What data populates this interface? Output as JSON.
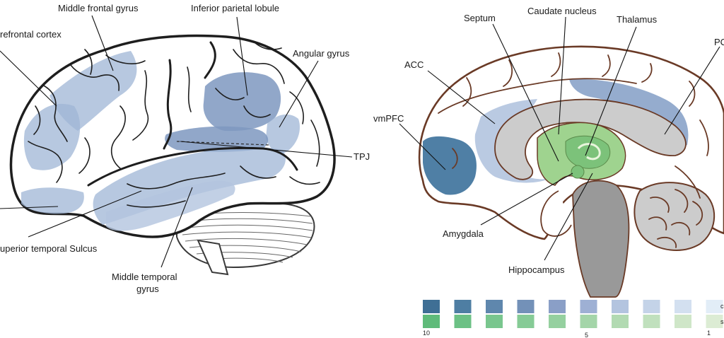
{
  "left_panel": {
    "labels": {
      "middle_frontal_gyrus": "Middle frontal gyrus",
      "inferior_parietal_lobule": "Inferior parietal lobule",
      "prefrontal_cortex": "refrontal cortex",
      "angular_gyrus": "Angular gyrus",
      "tpj": "TPJ",
      "superior_temporal_sulcus": "uperior temporal Sulcus",
      "middle_temporal_gyrus_line1": "Middle temporal",
      "middle_temporal_gyrus_line2": "gyrus"
    }
  },
  "right_panel": {
    "labels": {
      "septum": "Septum",
      "caudate_nucleus": "Caudate nucleus",
      "thalamus": "Thalamus",
      "pc": "PC",
      "acc": "ACC",
      "vmpfc": "vmPFC",
      "amygdala": "Amygdala",
      "hippocampus": "Hippocampus"
    }
  },
  "legend": {
    "tick_labels": [
      "10",
      "5",
      "1"
    ],
    "row_end_labels": [
      "c",
      "s"
    ],
    "blue_scale": [
      "#3f6f95",
      "#4e7ea3",
      "#5f87ad",
      "#7391b8",
      "#8a9fc7",
      "#9eb0d4",
      "#b3c4df",
      "#c4d3e8",
      "#d3e0f0",
      "#e2edf7"
    ],
    "green_scale": [
      "#5fbb7a",
      "#6cc185",
      "#79c68e",
      "#86cb96",
      "#95d09f",
      "#a4d5a9",
      "#b2dab2",
      "#c0e0bd",
      "#cfe6c8",
      "#dcecd4"
    ]
  },
  "colors": {
    "blue_region": "#9fb6d6",
    "blue_region_dark": "#7e98c0",
    "vmpfc_region": "#4f7fa5",
    "limbic_green": "#9fd38f",
    "brain_outline": "#1e1e1e",
    "medial_outline": "#6a3a26"
  }
}
